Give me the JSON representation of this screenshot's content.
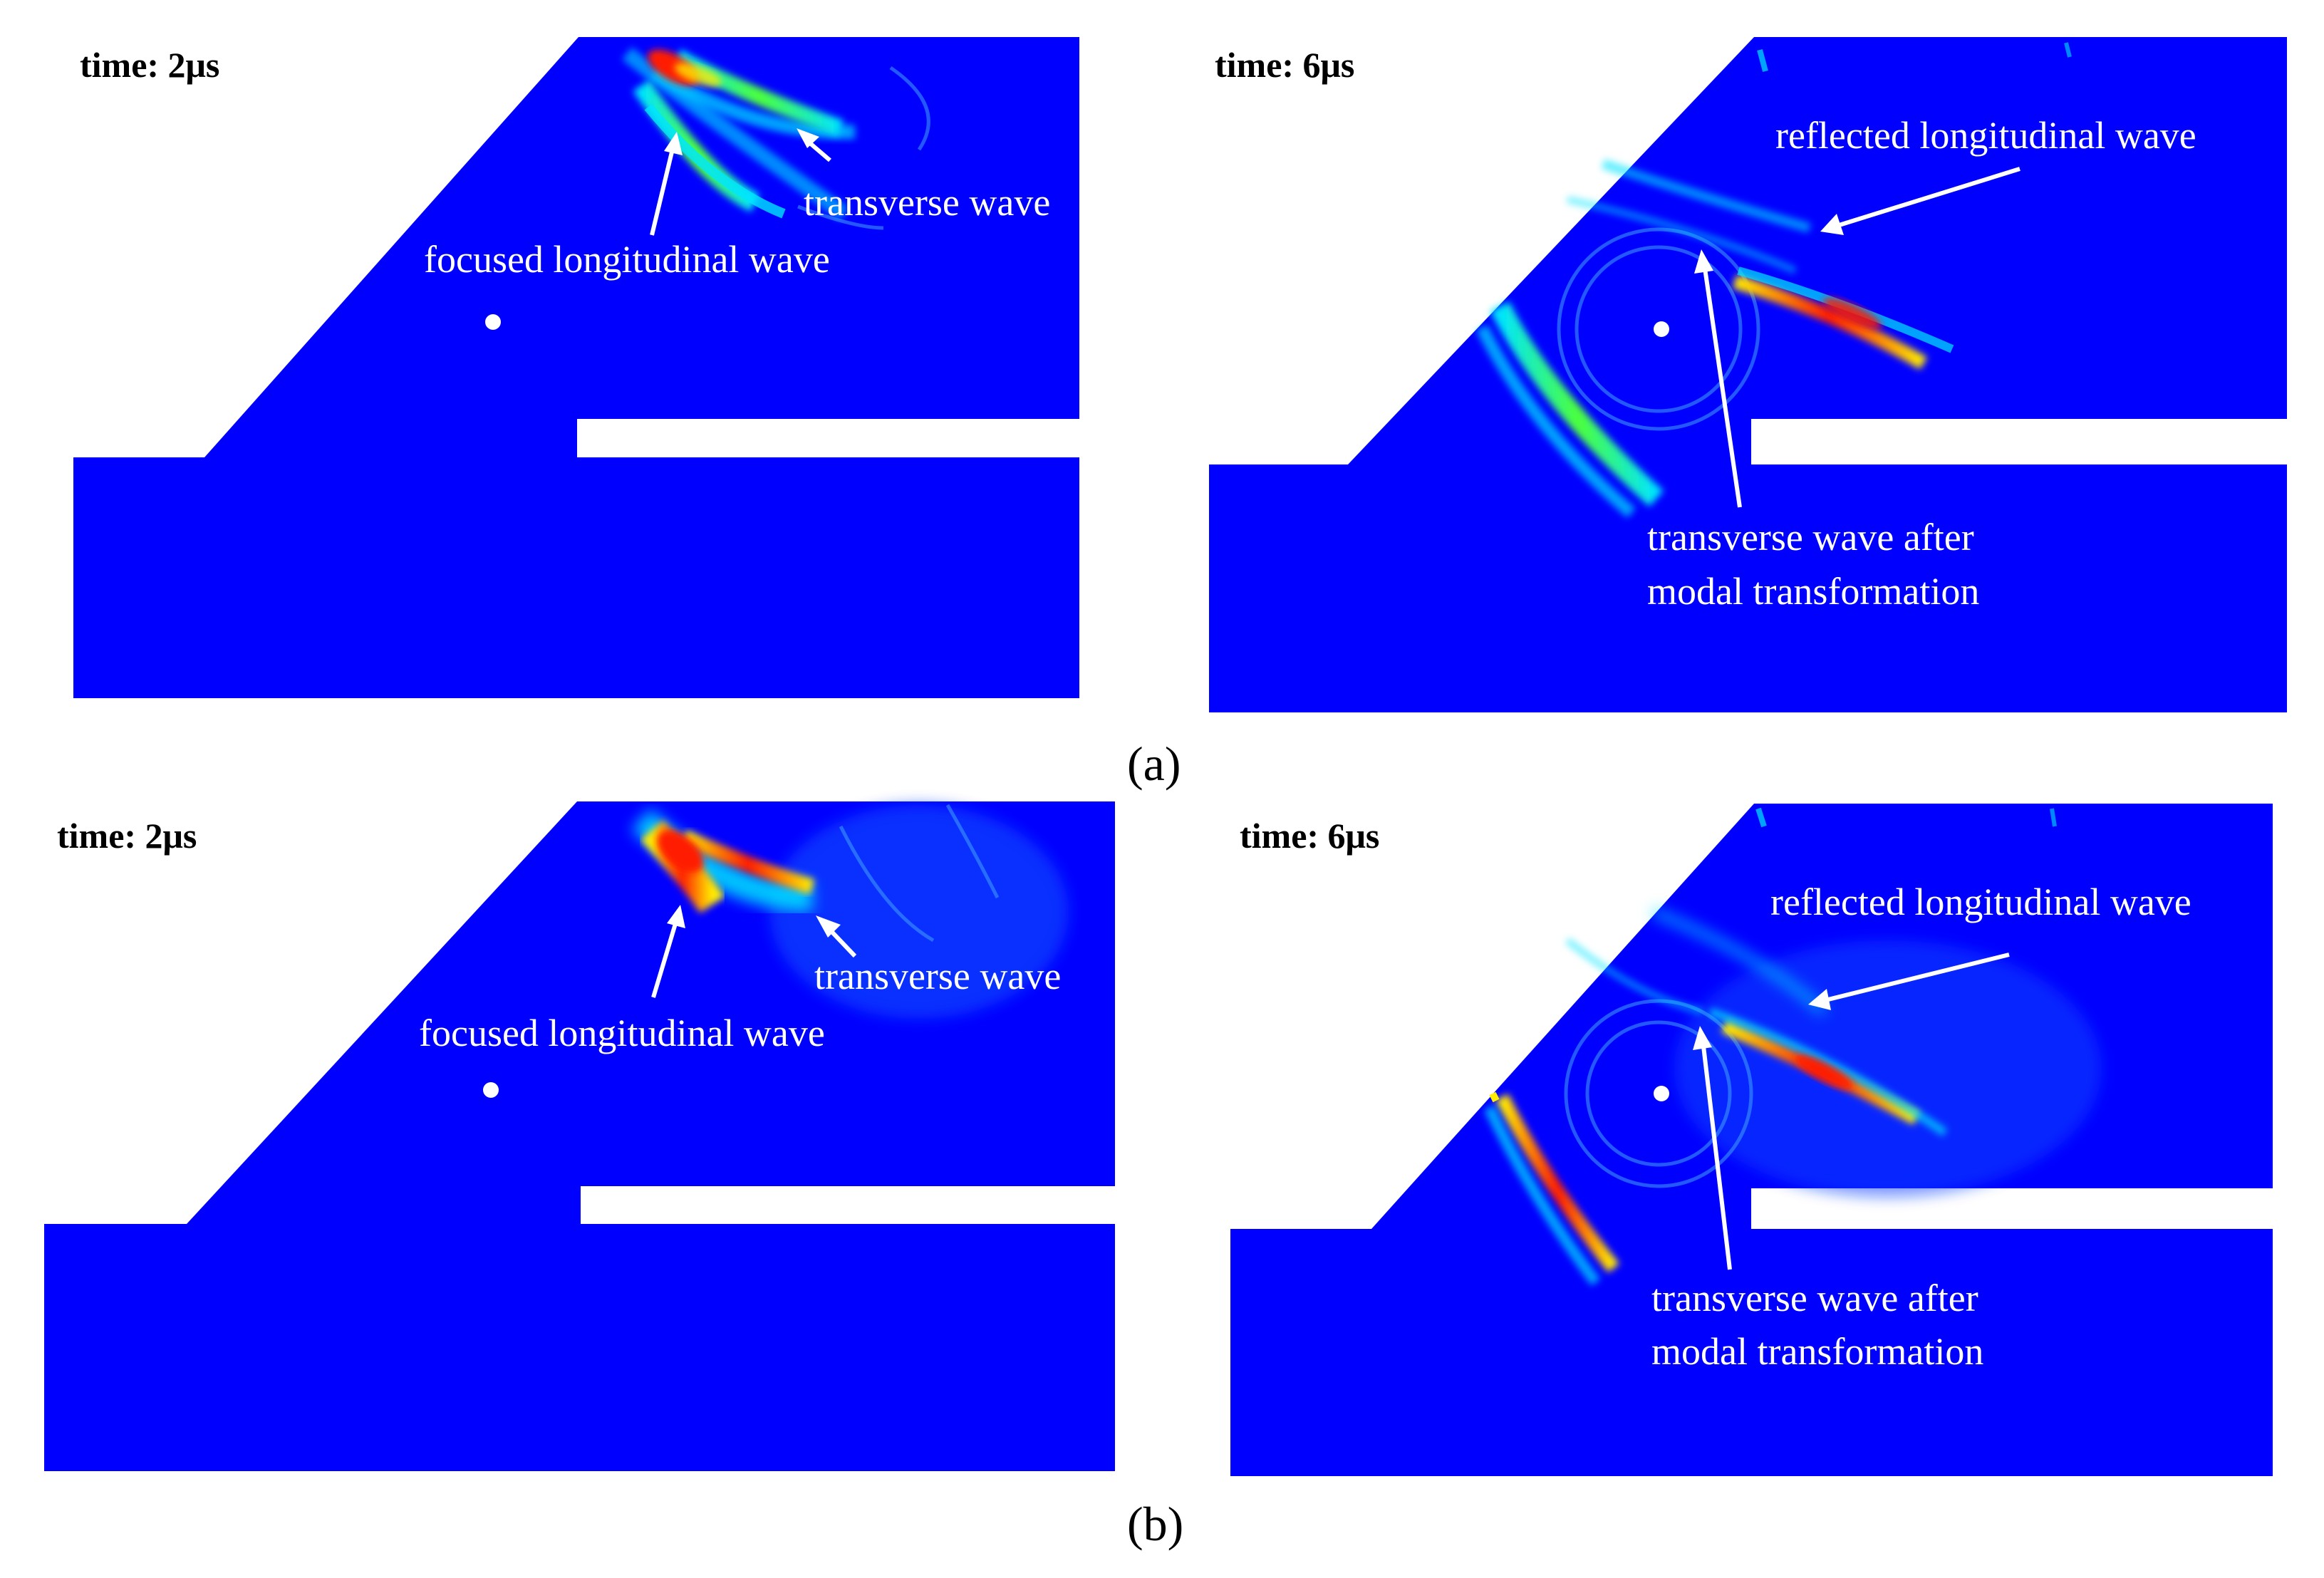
{
  "colors": {
    "background_field": "#0000ff",
    "wave_cyan": "#00e5ff",
    "wave_green": "#4cff3c",
    "wave_yellow": "#ffee00",
    "wave_red": "#ff1a00",
    "annotation_text": "#ffffff"
  },
  "row_a": {
    "label": "(a)",
    "left": {
      "time": "time: 2μs",
      "annotations": {
        "transverse": "transverse wave",
        "focused": "focused longitudinal wave"
      }
    },
    "right": {
      "time": "time: 6μs",
      "annotations": {
        "reflected": "reflected longitudinal wave",
        "transformed_line1": "transverse wave after",
        "transformed_line2": "modal transformation"
      }
    }
  },
  "row_b": {
    "label": "(b)",
    "left": {
      "time": "time: 2μs",
      "annotations": {
        "transverse": "transverse wave",
        "focused": "focused longitudinal wave"
      }
    },
    "right": {
      "time": "time: 6μs",
      "annotations": {
        "reflected": "reflected longitudinal wave",
        "transformed_line1": "transverse wave after",
        "transformed_line2": "modal transformation"
      }
    }
  }
}
